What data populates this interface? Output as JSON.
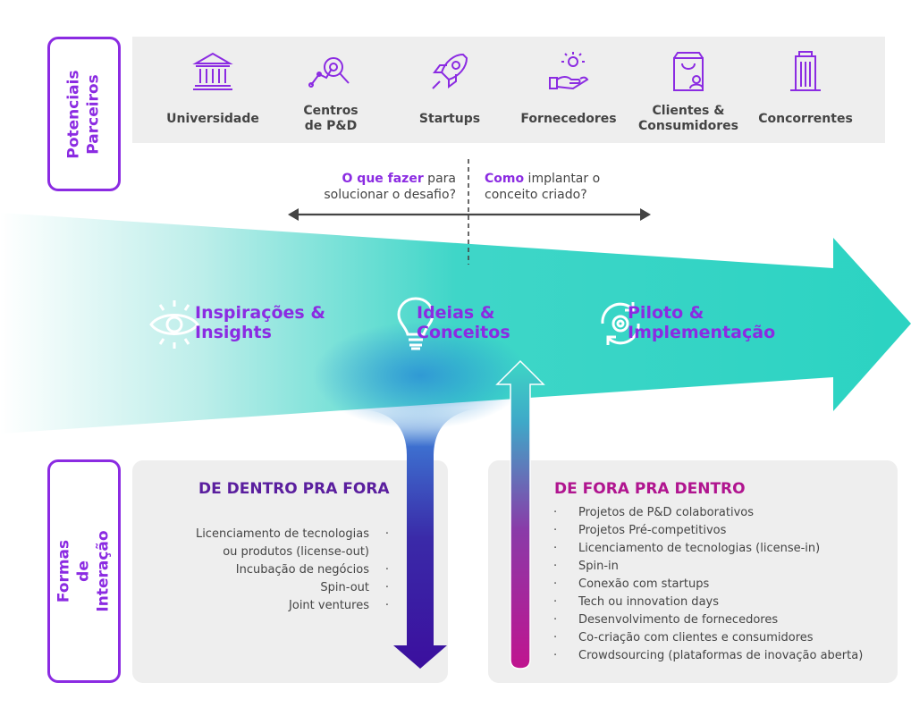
{
  "sections": {
    "partners_label": "Potenciais Parceiros",
    "interaction_label": "Formas de Interação"
  },
  "partners": [
    {
      "label": "Universidade",
      "icon": "university-icon"
    },
    {
      "label": "Centros de P&D",
      "icon": "research-center-icon"
    },
    {
      "label": "Startups",
      "icon": "rocket-icon"
    },
    {
      "label": "Fornecedores",
      "icon": "supplier-hand-icon"
    },
    {
      "label": "Clientes & Consumidores",
      "icon": "shopping-bag-icon"
    },
    {
      "label": "Concorrentes",
      "icon": "building-icon"
    }
  ],
  "questions": {
    "left_highlight": "O que fazer",
    "left_rest": " para solucionar o desafio?",
    "right_highlight": "Como",
    "right_rest": " implantar o conceito criado?"
  },
  "stages": [
    {
      "label": "Inspirações & Insights",
      "icon": "eye-icon"
    },
    {
      "label": "Ideias & Conceitos",
      "icon": "lightbulb-icon"
    },
    {
      "label": "Piloto & Implementação",
      "icon": "cycle-gear-icon"
    }
  ],
  "inside_out": {
    "title": "DE DENTRO PRA FORA",
    "items": [
      "Licenciamento de tecnologias ou produtos (license-out)",
      "Incubação de negócios",
      "Spin-out",
      "Joint ventures"
    ]
  },
  "outside_in": {
    "title": "DE FORA PRA DENTRO",
    "items": [
      "Projetos de P&D colaborativos",
      "Projetos Pré-competitivos",
      "Licenciamento de tecnologias (license-in)",
      "Spin-in",
      "Conexão com startups",
      "Tech ou innovation days",
      "Desenvolvimento de fornecedores",
      "Co-criação com clientes e consumidores",
      "Crowdsourcing (plataformas de inovação aberta)"
    ]
  },
  "colors": {
    "accent": "#8b2be2",
    "teal": "#2fd4c1",
    "indigo": "#3b0f9e",
    "magenta": "#c0148f",
    "panel": "#eeeeee"
  }
}
